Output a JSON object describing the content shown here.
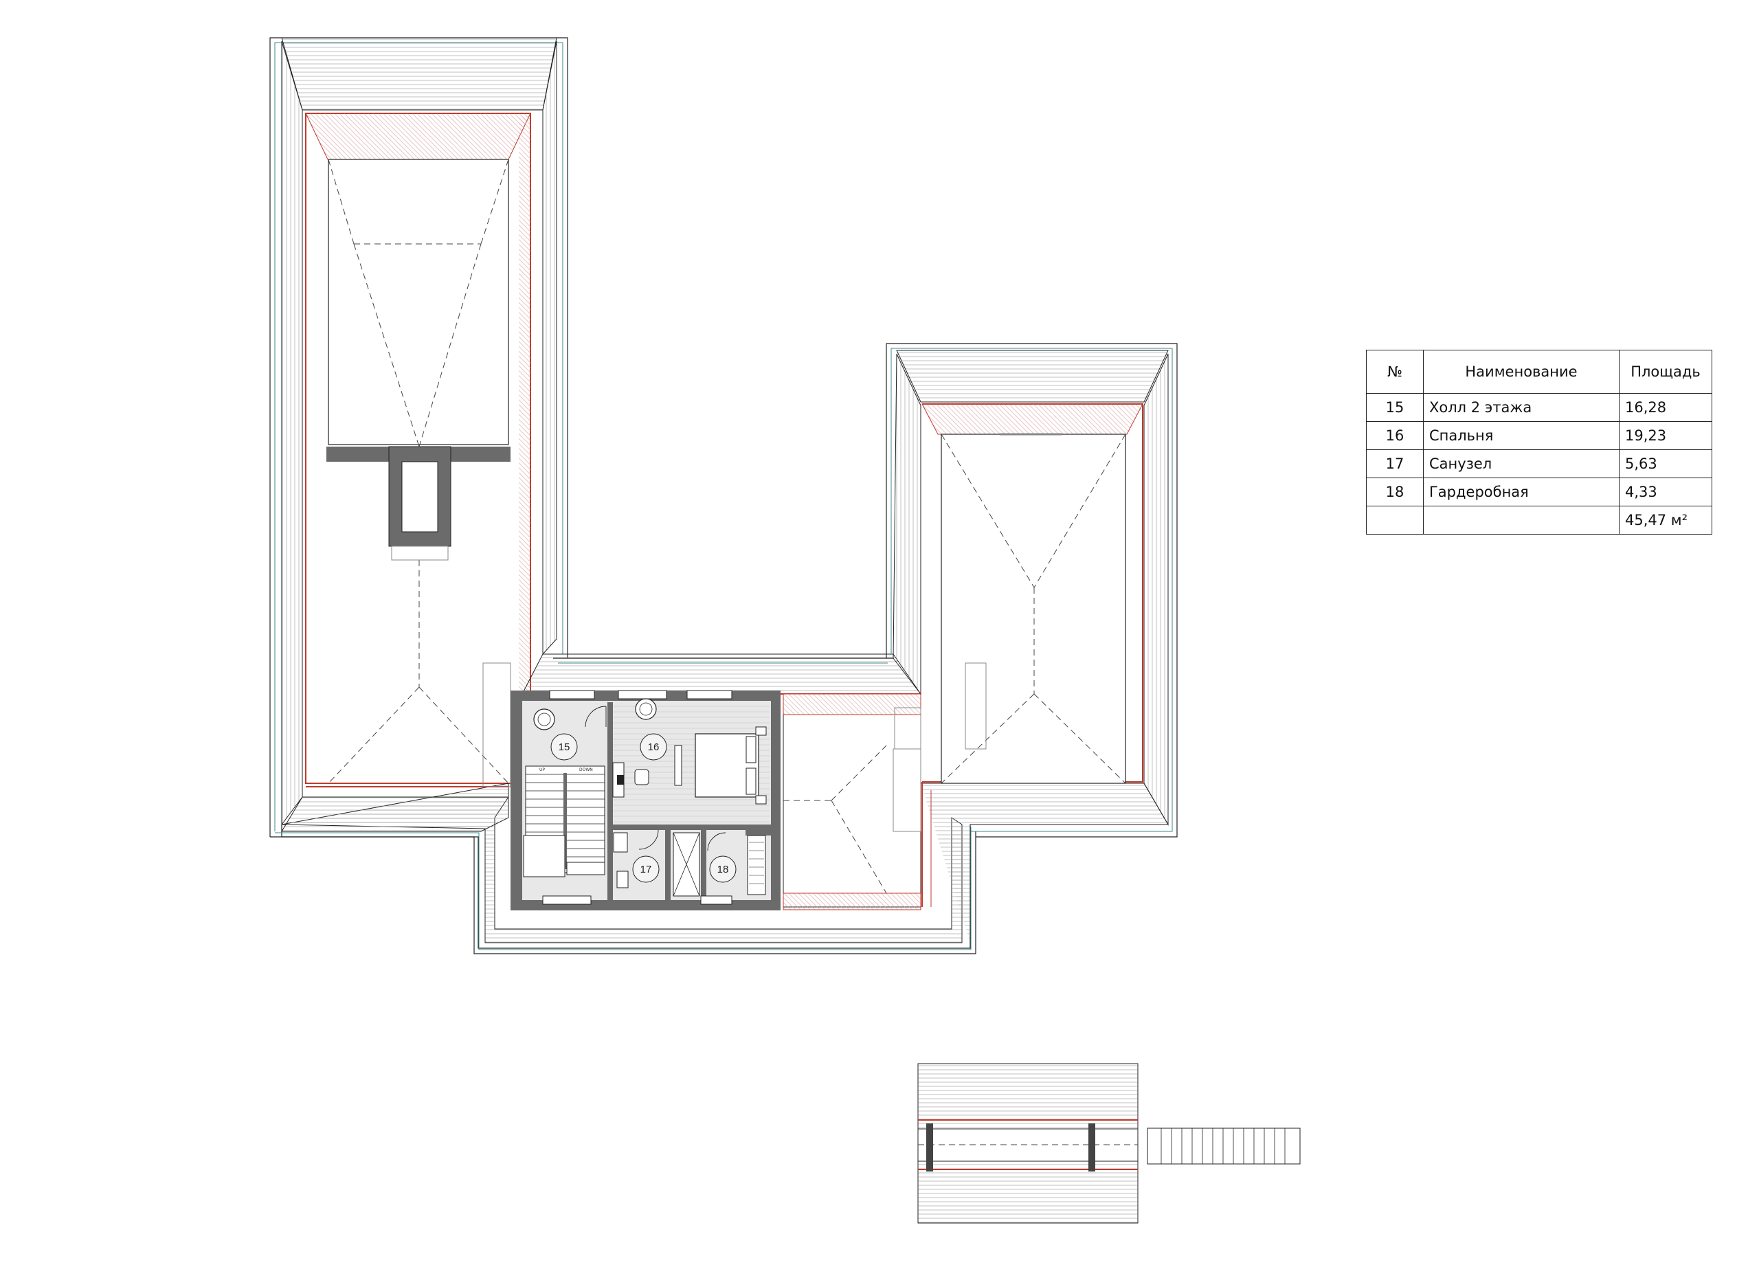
{
  "rooms": [
    {
      "num": "15",
      "name": "Холл 2 этажа",
      "area": "16,28"
    },
    {
      "num": "16",
      "name": "Спальня",
      "area": "19,23"
    },
    {
      "num": "17",
      "name": "Санузел",
      "area": "5,63"
    },
    {
      "num": "18",
      "name": "Гардеробная",
      "area": "4,33"
    }
  ],
  "table": {
    "col_num": "№",
    "col_name": "Наименование",
    "col_area": "Площадь",
    "total": "45,47 м²"
  },
  "stairs": {
    "up_label": "UP",
    "down_label": "DOWN"
  },
  "colors": {
    "line": "#222222",
    "roof_edge_red": "#c0392b",
    "wall": "#6b6b6b",
    "floor": "#e8e8e8",
    "teal_line": "#3a8a8a"
  }
}
